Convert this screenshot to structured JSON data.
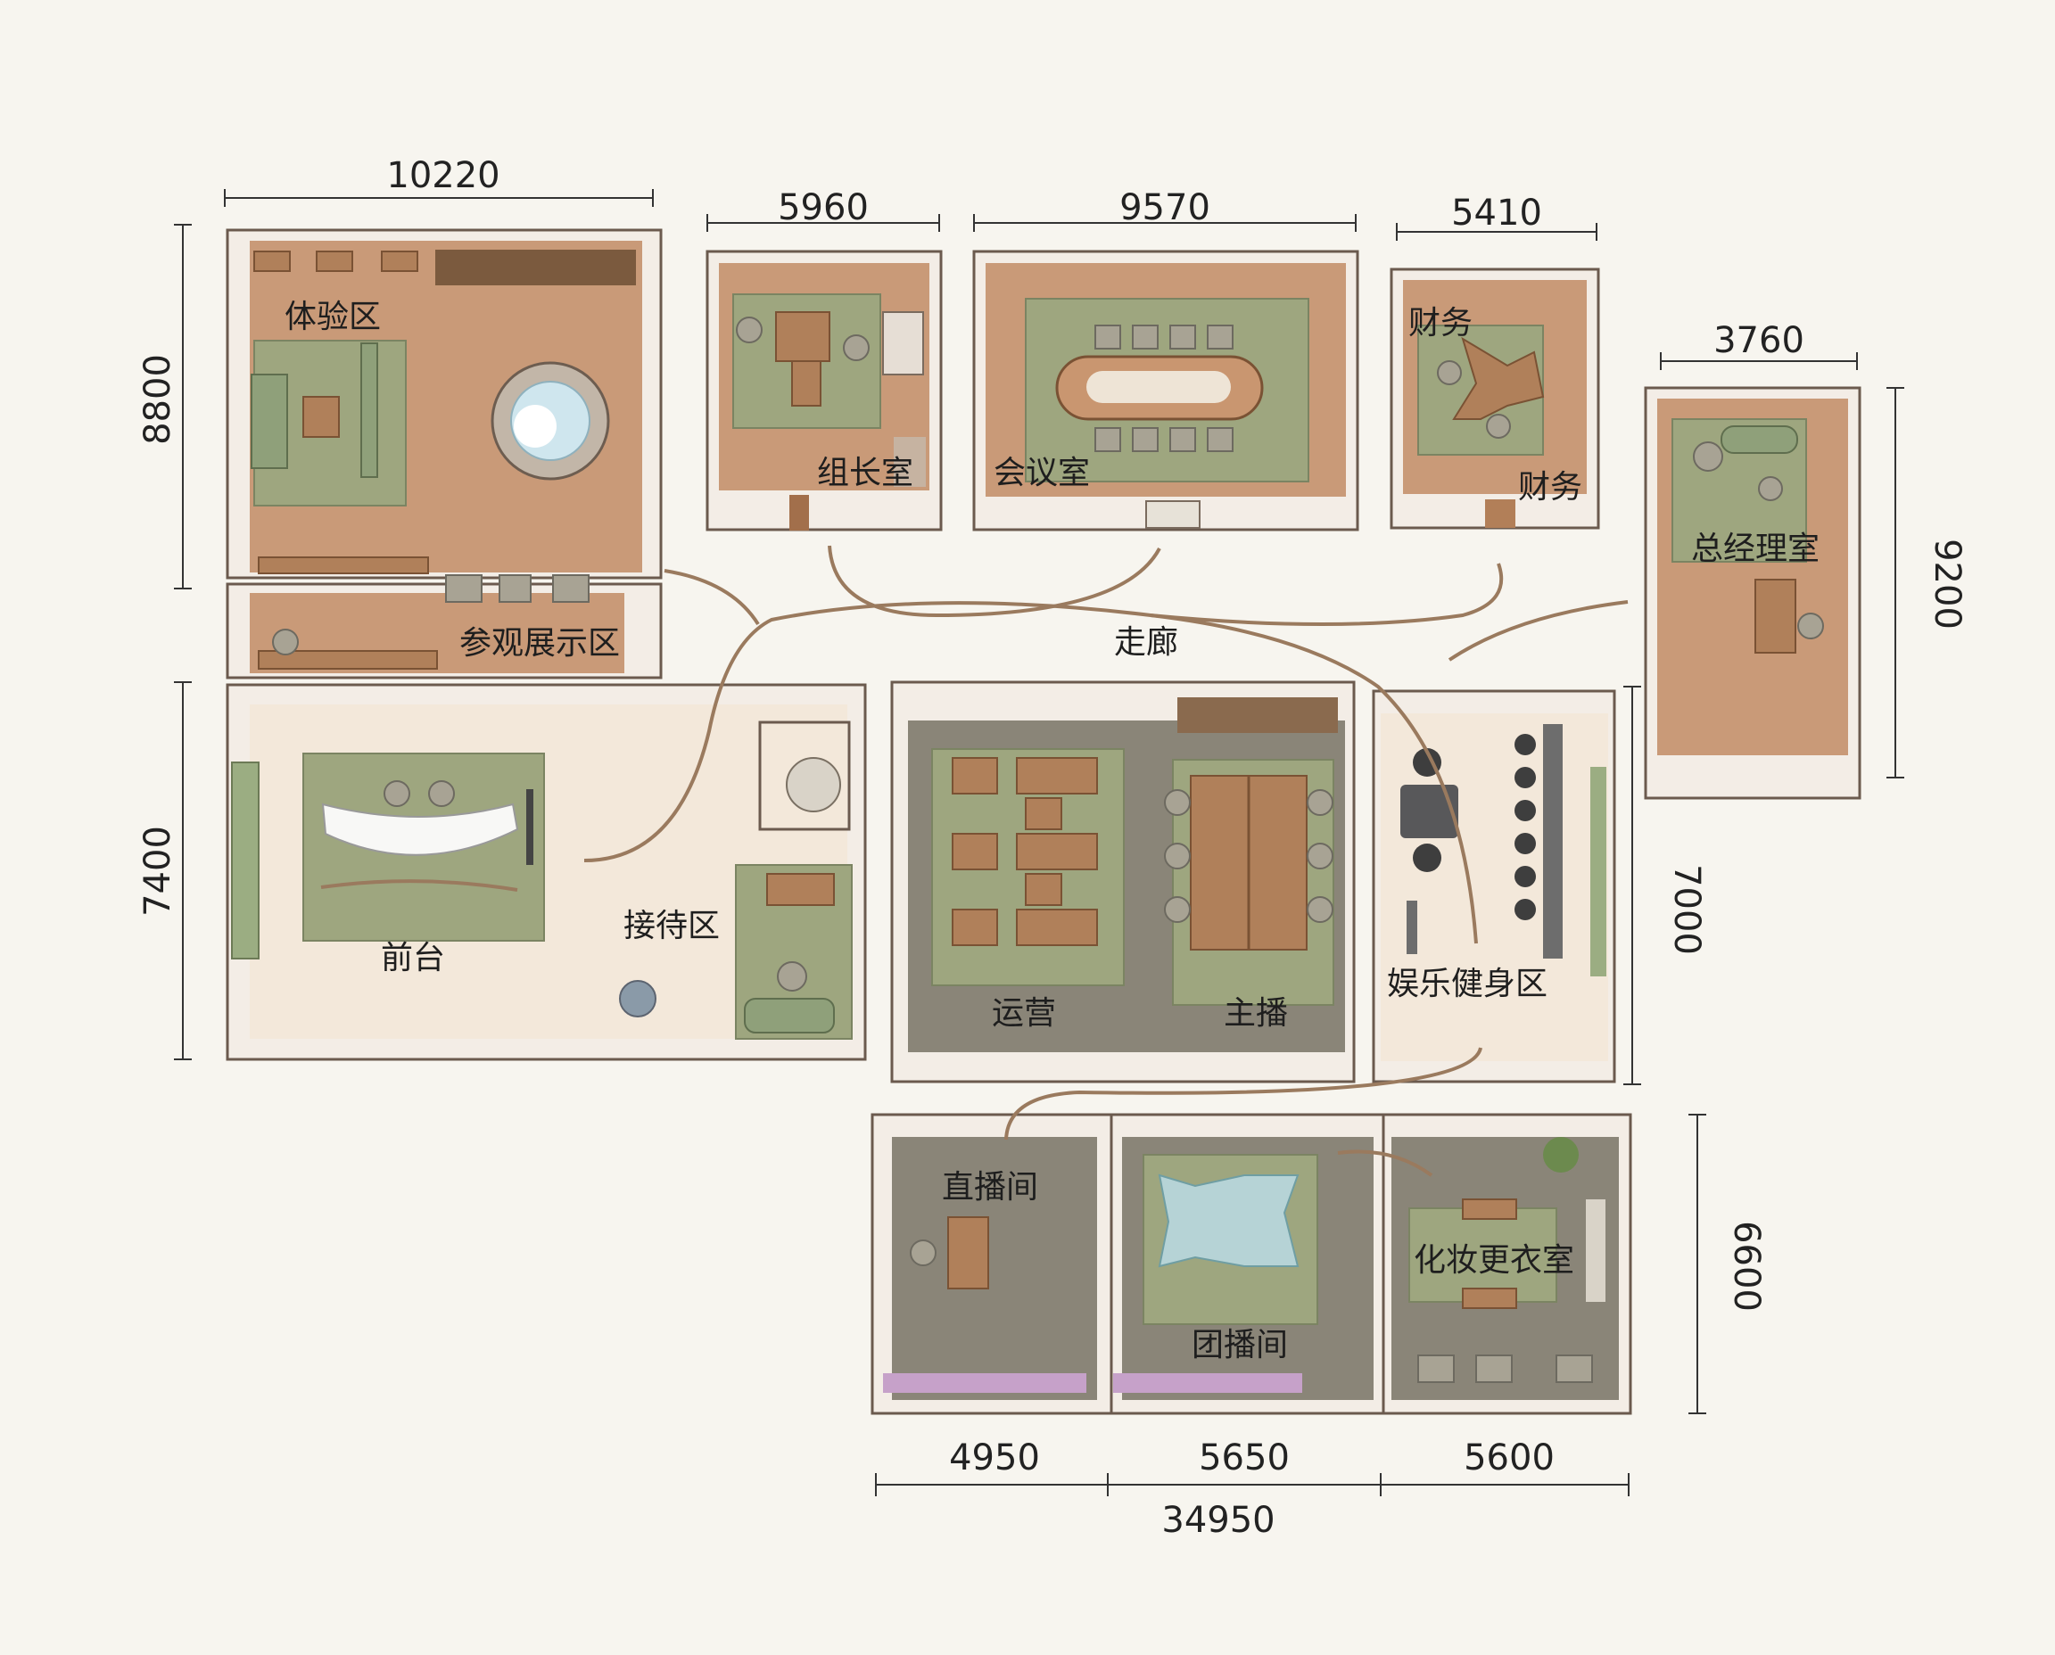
{
  "dimensions": {
    "top_1": "10220",
    "top_2": "5960",
    "top_3": "9570",
    "top_4": "5410",
    "top_5": "3760",
    "left_1": "8800",
    "left_2": "7400",
    "right_1": "9200",
    "right_2": "7000",
    "right_3": "6600",
    "bottom_1": "4950",
    "bottom_2": "5650",
    "bottom_3": "5600",
    "bottom_total": "34950"
  },
  "rooms": {
    "experience": "体验区",
    "display": "参观展示区",
    "team_leader": "组长室",
    "meeting": "会议室",
    "finance_1": "财务",
    "finance_2": "财务",
    "gm_office": "总经理室",
    "corridor": "走廊",
    "front_desk": "前台",
    "reception": "接待区",
    "operations": "运营",
    "host": "主播",
    "recreation": "娱乐健身区",
    "live_room": "直播间",
    "group_live": "团播间",
    "dressing": "化妆更衣室"
  },
  "colors": {
    "wood_floor": "#c99a78",
    "tile_floor": "#f3e8da",
    "carpet": "#8a8578",
    "rug": "#9ea67f",
    "wall": "#f3ede6",
    "arrow": "#9a7a5e"
  }
}
